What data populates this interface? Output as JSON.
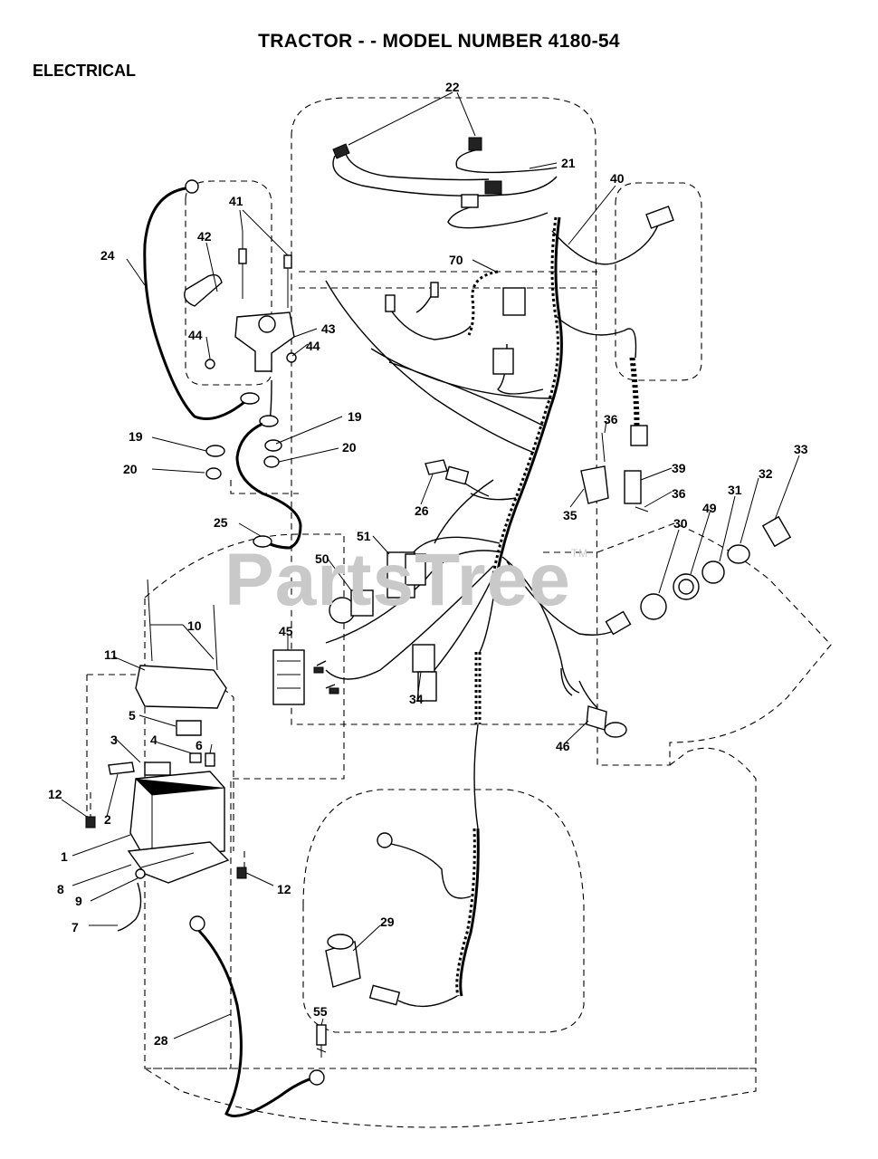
{
  "title": "TRACTOR - - MODEL NUMBER 4180-54",
  "section": "ELECTRICAL",
  "watermark": "PartsTree",
  "watermark_tm": "TM",
  "callouts": [
    {
      "label": "22"
    },
    {
      "label": "21"
    },
    {
      "label": "40"
    },
    {
      "label": "41"
    },
    {
      "label": "42"
    },
    {
      "label": "24"
    },
    {
      "label": "70"
    },
    {
      "label": "44"
    },
    {
      "label": "43"
    },
    {
      "label": "44"
    },
    {
      "label": "19"
    },
    {
      "label": "19"
    },
    {
      "label": "20"
    },
    {
      "label": "20"
    },
    {
      "label": "36"
    },
    {
      "label": "33"
    },
    {
      "label": "39"
    },
    {
      "label": "32"
    },
    {
      "label": "36"
    },
    {
      "label": "31"
    },
    {
      "label": "49"
    },
    {
      "label": "26"
    },
    {
      "label": "35"
    },
    {
      "label": "30"
    },
    {
      "label": "25"
    },
    {
      "label": "51"
    },
    {
      "label": "50"
    },
    {
      "label": "10"
    },
    {
      "label": "45"
    },
    {
      "label": "11"
    },
    {
      "label": "34"
    },
    {
      "label": "5"
    },
    {
      "label": "3"
    },
    {
      "label": "4"
    },
    {
      "label": "6"
    },
    {
      "label": "46"
    },
    {
      "label": "12"
    },
    {
      "label": "2"
    },
    {
      "label": "1"
    },
    {
      "label": "8"
    },
    {
      "label": "12"
    },
    {
      "label": "9"
    },
    {
      "label": "7"
    },
    {
      "label": "29"
    },
    {
      "label": "55"
    },
    {
      "label": "28"
    }
  ]
}
